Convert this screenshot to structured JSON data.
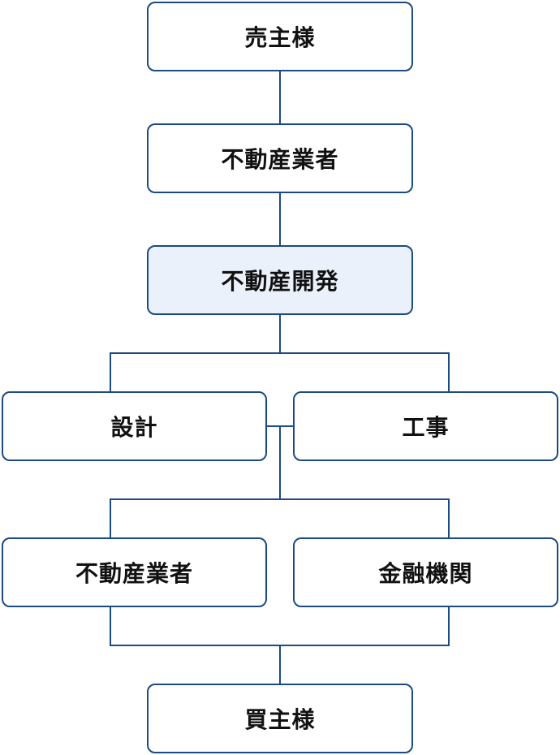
{
  "colors": {
    "border": "#1c4a82",
    "line": "#1c4a82",
    "highlight_fill": "#eaf1fa",
    "text": "#111111"
  },
  "nodes": {
    "seller": "売主様",
    "agent_top": "不動産業者",
    "developer": "不動産開発",
    "design": "設計",
    "construction": "工事",
    "agent_bottom": "不動産業者",
    "finance": "金融機関",
    "buyer": "買主様"
  }
}
